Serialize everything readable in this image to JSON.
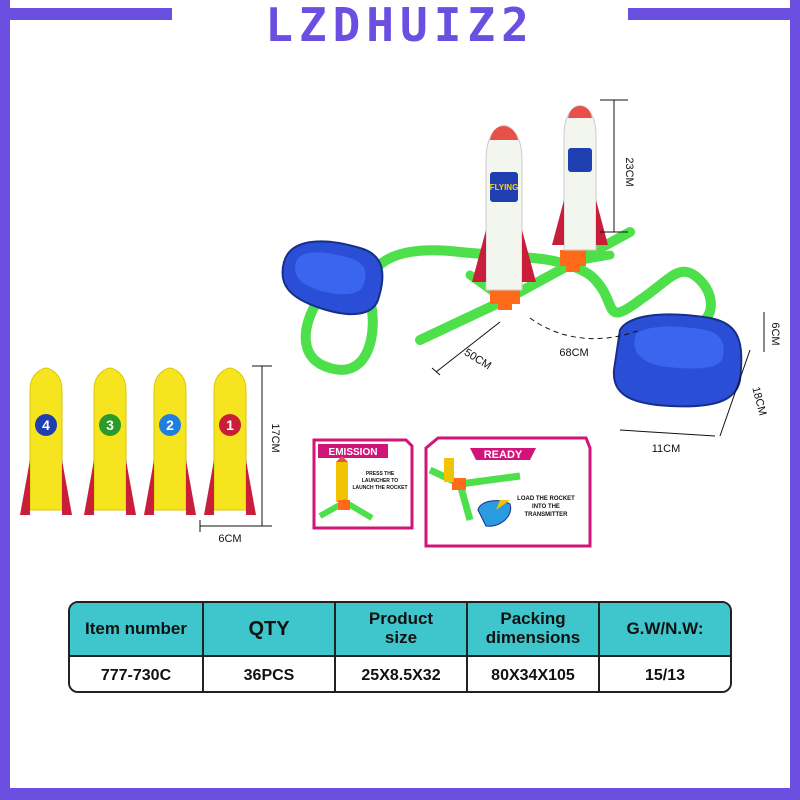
{
  "brand": {
    "text": "LZDHUIZ2",
    "color": "#6b4fe0"
  },
  "dimensions": {
    "rocket_height": "23CM",
    "pad_depth": "6CM",
    "pad_length": "18CM",
    "pad_width": "11CM",
    "tube_left": "50CM",
    "tube_right": "68CM",
    "small_height": "17CM",
    "small_width": "6CM"
  },
  "rockets": {
    "small_numbers": [
      "4",
      "3",
      "2",
      "1"
    ],
    "label": "FLYING"
  },
  "instructions": {
    "emission_title": "EMISSION",
    "emission_text": [
      "PRESS THE",
      "LAUNCHER TO",
      "LAUNCH THE ROCKET"
    ],
    "ready_title": "READY",
    "ready_text": [
      "LOAD THE ROCKET",
      "INTO THE",
      "TRANSMITTER"
    ]
  },
  "table": {
    "headers": [
      [
        "Item number"
      ],
      [
        "QTY"
      ],
      [
        "Product",
        "size"
      ],
      [
        "Packing",
        "dimensions"
      ],
      [
        "G.W/N.W:"
      ]
    ],
    "row": [
      "777-730C",
      "36PCS",
      "25X8.5X32",
      "80X34X105",
      "15/13"
    ]
  },
  "colors": {
    "header_bg": "#3ec6cc",
    "tube": "#4ee04a",
    "pad": "#2a4fd6",
    "connector": "#ff6a1a",
    "rocket_fin": "#c81e3a",
    "small_rocket": "#f6e51e",
    "card_border": "#d0147a"
  }
}
